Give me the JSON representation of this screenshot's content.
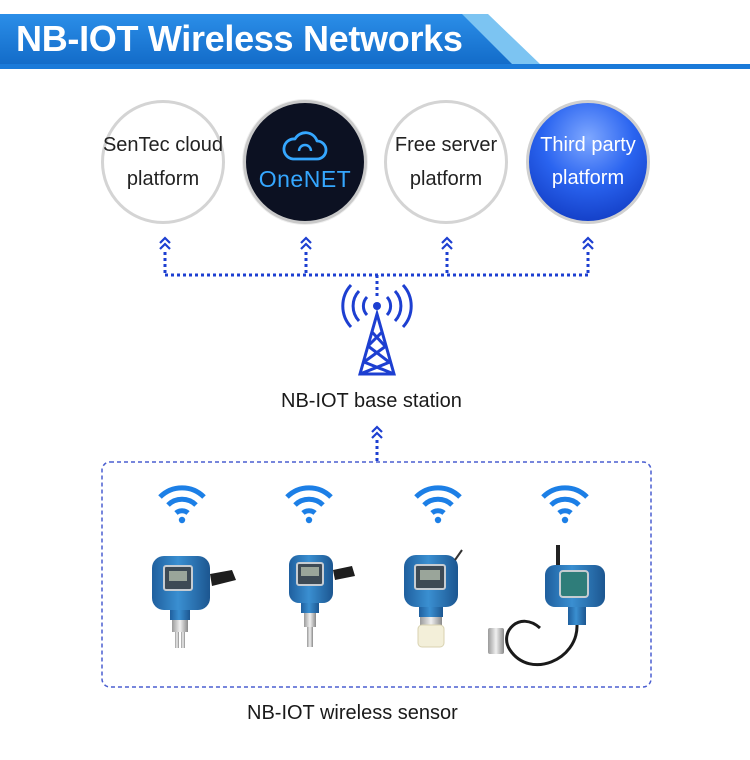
{
  "header": {
    "title": "NB-IOT Wireless Networks"
  },
  "platforms": [
    {
      "line1": "SenTec cloud",
      "line2": "platform"
    },
    {
      "logo_text": "OneNET",
      "logo_icon": "cloud-icon"
    },
    {
      "line1": "Free server",
      "line2": "platform"
    },
    {
      "line1": "Third party",
      "line2": "platform"
    }
  ],
  "base_station": {
    "label": "NB-IOT base station",
    "icon": "cell-tower-icon"
  },
  "sensors": {
    "label": "NB-IOT wireless sensor",
    "icon": "wifi-icon",
    "count": 4
  },
  "colors": {
    "banner_blue": "#1a7ad9",
    "banner_light": "#7cc4f2",
    "link_blue": "#1d3fd1",
    "wifi_blue": "#1c7fe6",
    "sensor_blue": "#2d7fc0",
    "onenet_cyan": "#35a7ff"
  }
}
